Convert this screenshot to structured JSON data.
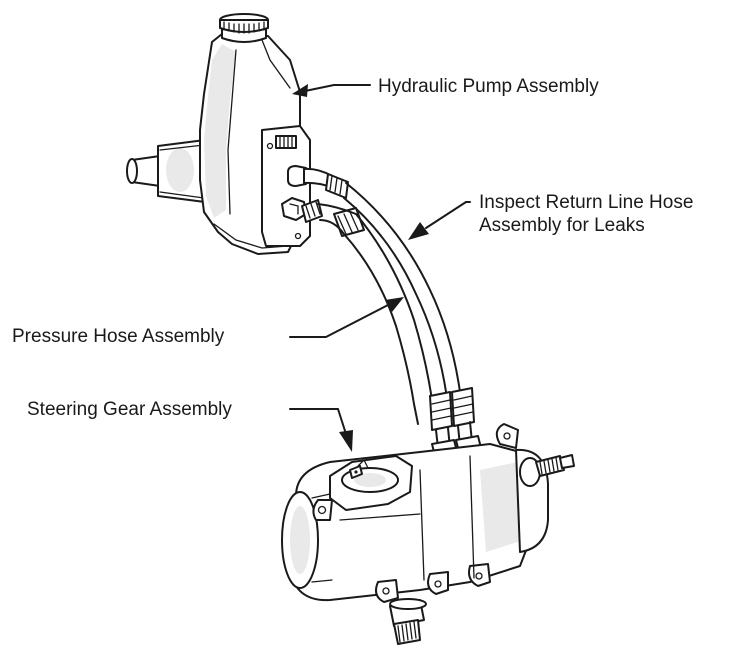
{
  "labels": {
    "hydraulic_pump": "Hydraulic Pump Assembly",
    "return_line_line1": "Inspect Return Line Hose",
    "return_line_line2": "Assembly for Leaks",
    "pressure_hose": "Pressure Hose Assembly",
    "steering_gear": "Steering Gear Assembly"
  }
}
